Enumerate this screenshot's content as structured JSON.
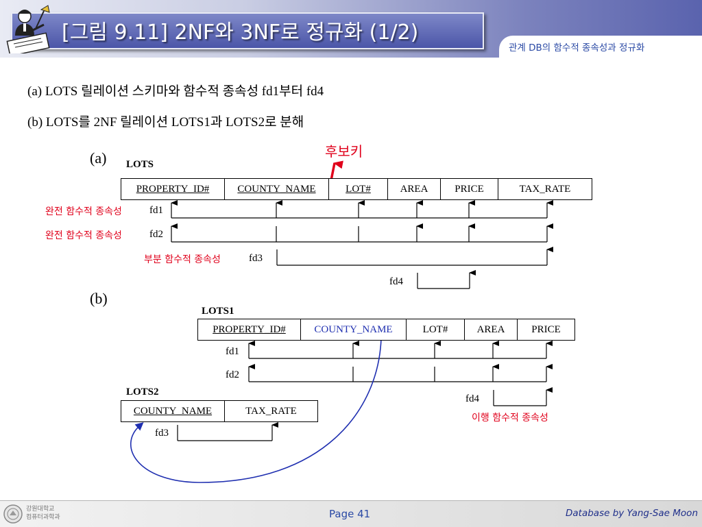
{
  "header": {
    "title": "[그림 9.11] 2NF와 3NF로 정규화 (1/2)",
    "subtitle": "관계 DB의 함수적 종속성과 정규화"
  },
  "bullets": {
    "a": "(a) LOTS 릴레이션 스키마와 함수적 종속성 fd1부터 fd4",
    "b": "(b) LOTS를 2NF 릴레이션 LOTS1과 LOTS2로 분해"
  },
  "diagram_a": {
    "label": "(a)",
    "relation": "LOTS",
    "candidate_key_label": "후보키",
    "attributes": [
      "PROPERTY_ID#",
      "COUNTY_NAME",
      "LOT#",
      "AREA",
      "PRICE",
      "TAX_RATE"
    ],
    "fds": [
      "fd1",
      "fd2",
      "fd3",
      "fd4"
    ],
    "fd_notes": [
      "완전 함수적 종속성",
      "완전 함수적 종속성",
      "부분 함수적 종속성"
    ]
  },
  "diagram_b": {
    "label": "(b)",
    "lots1": {
      "relation": "LOTS1",
      "attributes": [
        "PROPERTY_ID#",
        "COUNTY_NAME",
        "LOT#",
        "AREA",
        "PRICE"
      ],
      "fds": [
        "fd1",
        "fd2",
        "fd4"
      ],
      "fd4_note": "이행 함수적 종속성"
    },
    "lots2": {
      "relation": "LOTS2",
      "attributes": [
        "COUNTY_NAME",
        "TAX_RATE"
      ],
      "fds": [
        "fd3"
      ]
    }
  },
  "footer": {
    "org_line1": "강원대학교",
    "org_line2": "컴퓨터과학과",
    "page": "Page 41",
    "author": "Database by Yang-Sae Moon"
  },
  "colors": {
    "accent_blue": "#4b56a8",
    "note_red": "#e0001b",
    "arrow_blue": "#1f2fb0"
  },
  "icons": [
    "teacher-icon",
    "university-seal-icon"
  ]
}
